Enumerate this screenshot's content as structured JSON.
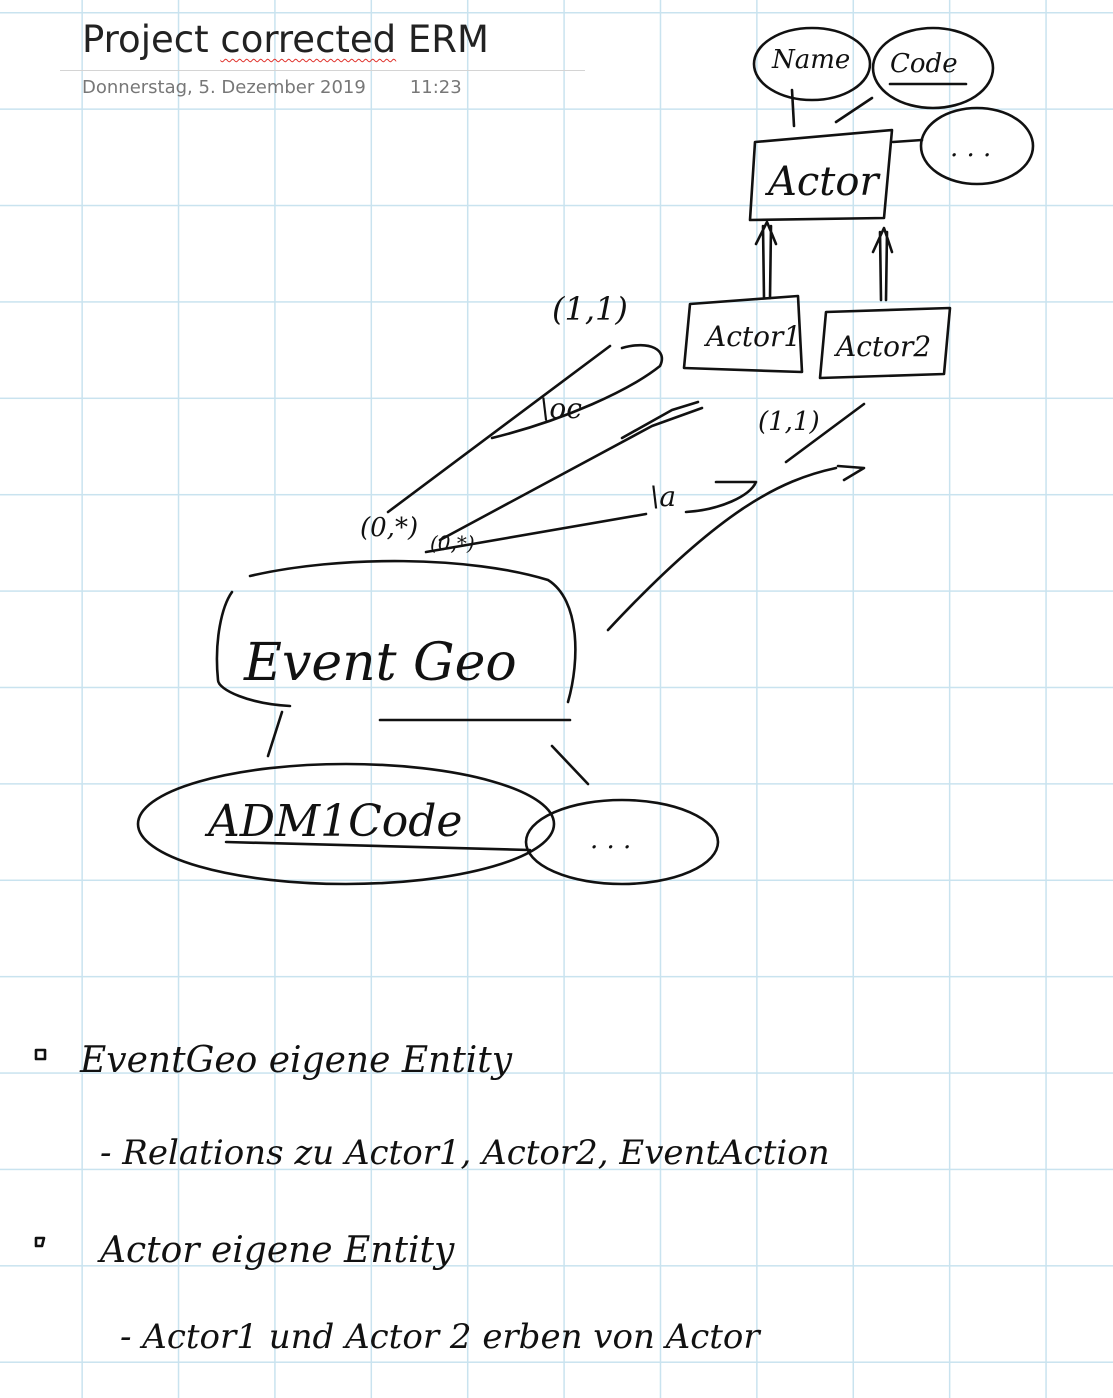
{
  "page": {
    "title_prefix": "Project ",
    "title_misspelled": "corrected",
    "title_suffix": " ERM",
    "date": "Donnerstag, 5. Dezember 2019",
    "time": "11:23"
  },
  "diagram": {
    "actor": "Actor",
    "attr_name": "Name",
    "attr_code": "Code",
    "attr_more": ". . .",
    "actor1": "Actor1",
    "actor2": "Actor2",
    "card_a1_top": "(1,1)",
    "rel_a1": "\\oc",
    "card_a2_top": "(1,1)",
    "rel_a2": "\\a",
    "card_event_left": "(0,*)",
    "card_event_right": "(0,*)",
    "event_geo": "Event Geo",
    "adm1code": "ADM1Code",
    "event_more": ". . ."
  },
  "notes": {
    "bullet1": "EventGeo eigene Entity",
    "bullet1_sub": "- Relations zu Actor1, Actor2, EventAction",
    "bullet2": "Actor eigene Entity",
    "bullet2_sub": "- Actor1 und Actor 2 erben von Actor"
  },
  "colors": {
    "grid": "#c9e3ef",
    "ink": "#111111",
    "spellcheck": "#e0312b"
  }
}
